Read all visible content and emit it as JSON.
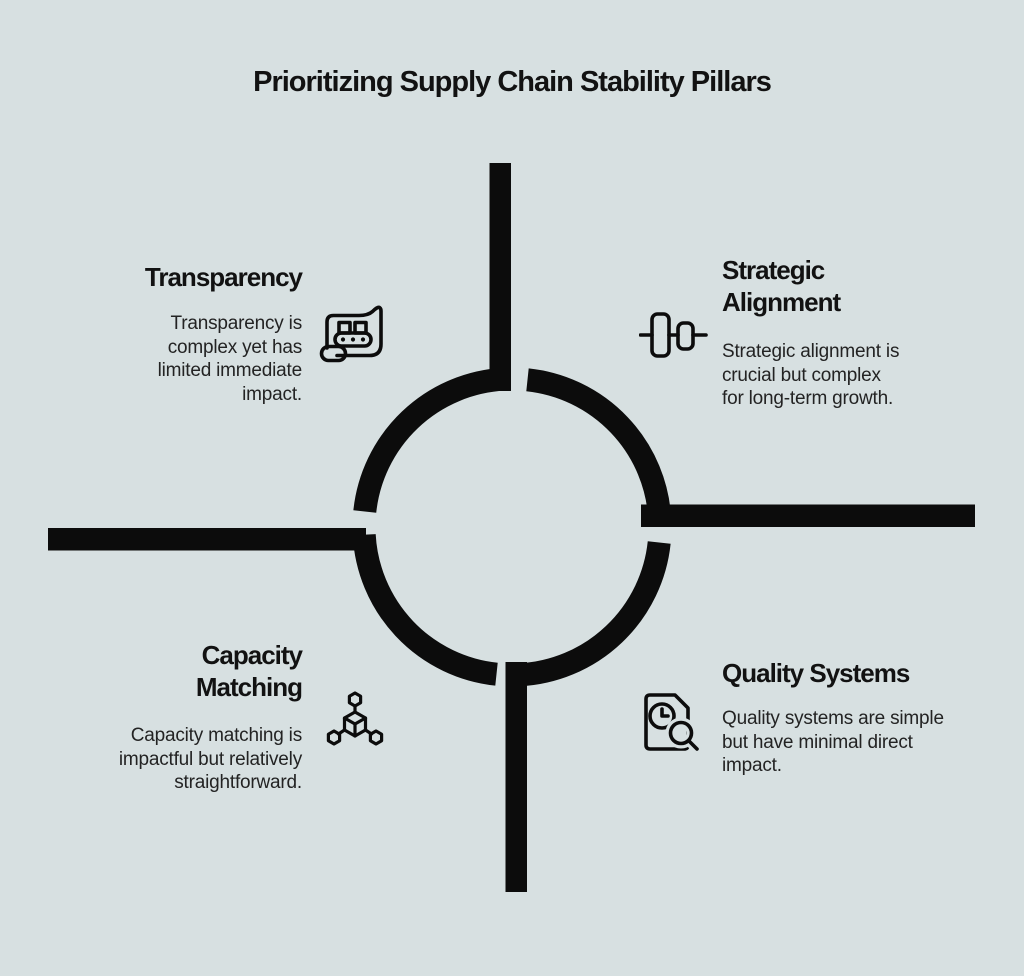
{
  "title": "Prioritizing Supply Chain Stability Pillars",
  "colors": {
    "background": "#d7e0e1",
    "ink": "#0c0c0c",
    "heading_text": "#121212",
    "body_text": "#232323"
  },
  "center_graphic": "quadrant-crosshair-ring",
  "quadrants": {
    "top_left": {
      "heading": "Transparency",
      "body": "Transparency is\ncomplex yet has\nlimited immediate\nimpact.",
      "icon": "conveyor-blueprint-icon"
    },
    "top_right": {
      "heading": "Strategic\nAlignment",
      "body": "Strategic alignment is\ncrucial but complex\nfor long-term growth.",
      "icon": "align-center-icon"
    },
    "bottom_left": {
      "heading": "Capacity\nMatching",
      "body": "Capacity matching is\nimpactful but relatively\nstraightforward.",
      "icon": "cube-network-icon"
    },
    "bottom_right": {
      "heading": "Quality Systems",
      "body": "Quality systems are simple\nbut have minimal direct\nimpact.",
      "icon": "document-inspection-icon"
    }
  }
}
